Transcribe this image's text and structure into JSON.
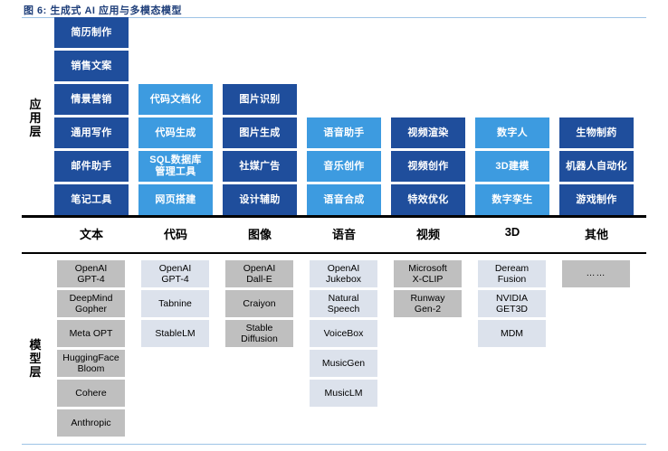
{
  "figure": {
    "title": "图 6: 生成式 AI 应用与多模态模型"
  },
  "layers": {
    "application_label": "应用层",
    "model_label": "模型层"
  },
  "colors": {
    "dark_blue": "#1F4E9C",
    "light_blue": "#3D9BE0",
    "gray_dark": "#BFBFBF",
    "gray_light": "#DCE2EC",
    "title_text": "#1F3F7A",
    "title_rule": "#9DC3E6"
  },
  "categories": [
    {
      "label": "文本"
    },
    {
      "label": "代码"
    },
    {
      "label": "图像"
    },
    {
      "label": "语音"
    },
    {
      "label": "视频"
    },
    {
      "label": "3D"
    },
    {
      "label": "其他"
    }
  ],
  "application_columns": [
    {
      "category": "文本",
      "tone": "dark",
      "items": [
        "简历制作",
        "销售文案",
        "情景营销",
        "通用写作",
        "邮件助手",
        "笔记工具"
      ]
    },
    {
      "category": "代码",
      "tone": "light",
      "items": [
        "代码文档化",
        "代码生成",
        "SQL数据库\n管理工具",
        "网页搭建"
      ]
    },
    {
      "category": "图像",
      "tone": "dark",
      "items": [
        "图片识别",
        "图片生成",
        "社媒广告",
        "设计辅助"
      ]
    },
    {
      "category": "语音",
      "tone": "light",
      "items": [
        "语音助手",
        "音乐创作",
        "语音合成"
      ]
    },
    {
      "category": "视频",
      "tone": "dark",
      "items": [
        "视频渲染",
        "视频创作",
        "特效优化"
      ]
    },
    {
      "category": "3D",
      "tone": "light",
      "items": [
        "数字人",
        "3D建模",
        "数字孪生"
      ]
    },
    {
      "category": "其他",
      "tone": "dark",
      "items": [
        "生物制药",
        "机器人自动化",
        "游戏制作"
      ]
    }
  ],
  "model_columns": [
    {
      "category": "文本",
      "tone": "gray-dark",
      "items": [
        "OpenAI\nGPT-4",
        "DeepMind\nGopher",
        "Meta OPT",
        "HuggingFace\nBloom",
        "Cohere",
        "Anthropic"
      ]
    },
    {
      "category": "代码",
      "tone": "gray-light",
      "items": [
        "OpenAI\nGPT-4",
        "Tabnine",
        "StableLM"
      ]
    },
    {
      "category": "图像",
      "tone": "gray-dark",
      "items": [
        "OpenAI\nDall-E",
        "Craiyon",
        "Stable\nDiffusion"
      ]
    },
    {
      "category": "语音",
      "tone": "gray-light",
      "items": [
        "OpenAI\nJukebox",
        "Natural\nSpeech",
        "VoiceBox",
        "MusicGen",
        "MusicLM"
      ]
    },
    {
      "category": "视频",
      "tone": "gray-dark",
      "items": [
        "Microsoft\nX-CLIP",
        "Runway\nGen-2"
      ]
    },
    {
      "category": "3D",
      "tone": "gray-light",
      "items": [
        "Deream\nFusion",
        "NVIDIA\nGET3D",
        "MDM"
      ]
    },
    {
      "category": "其他",
      "tone": "gray-dark",
      "items": [
        "……"
      ]
    }
  ]
}
